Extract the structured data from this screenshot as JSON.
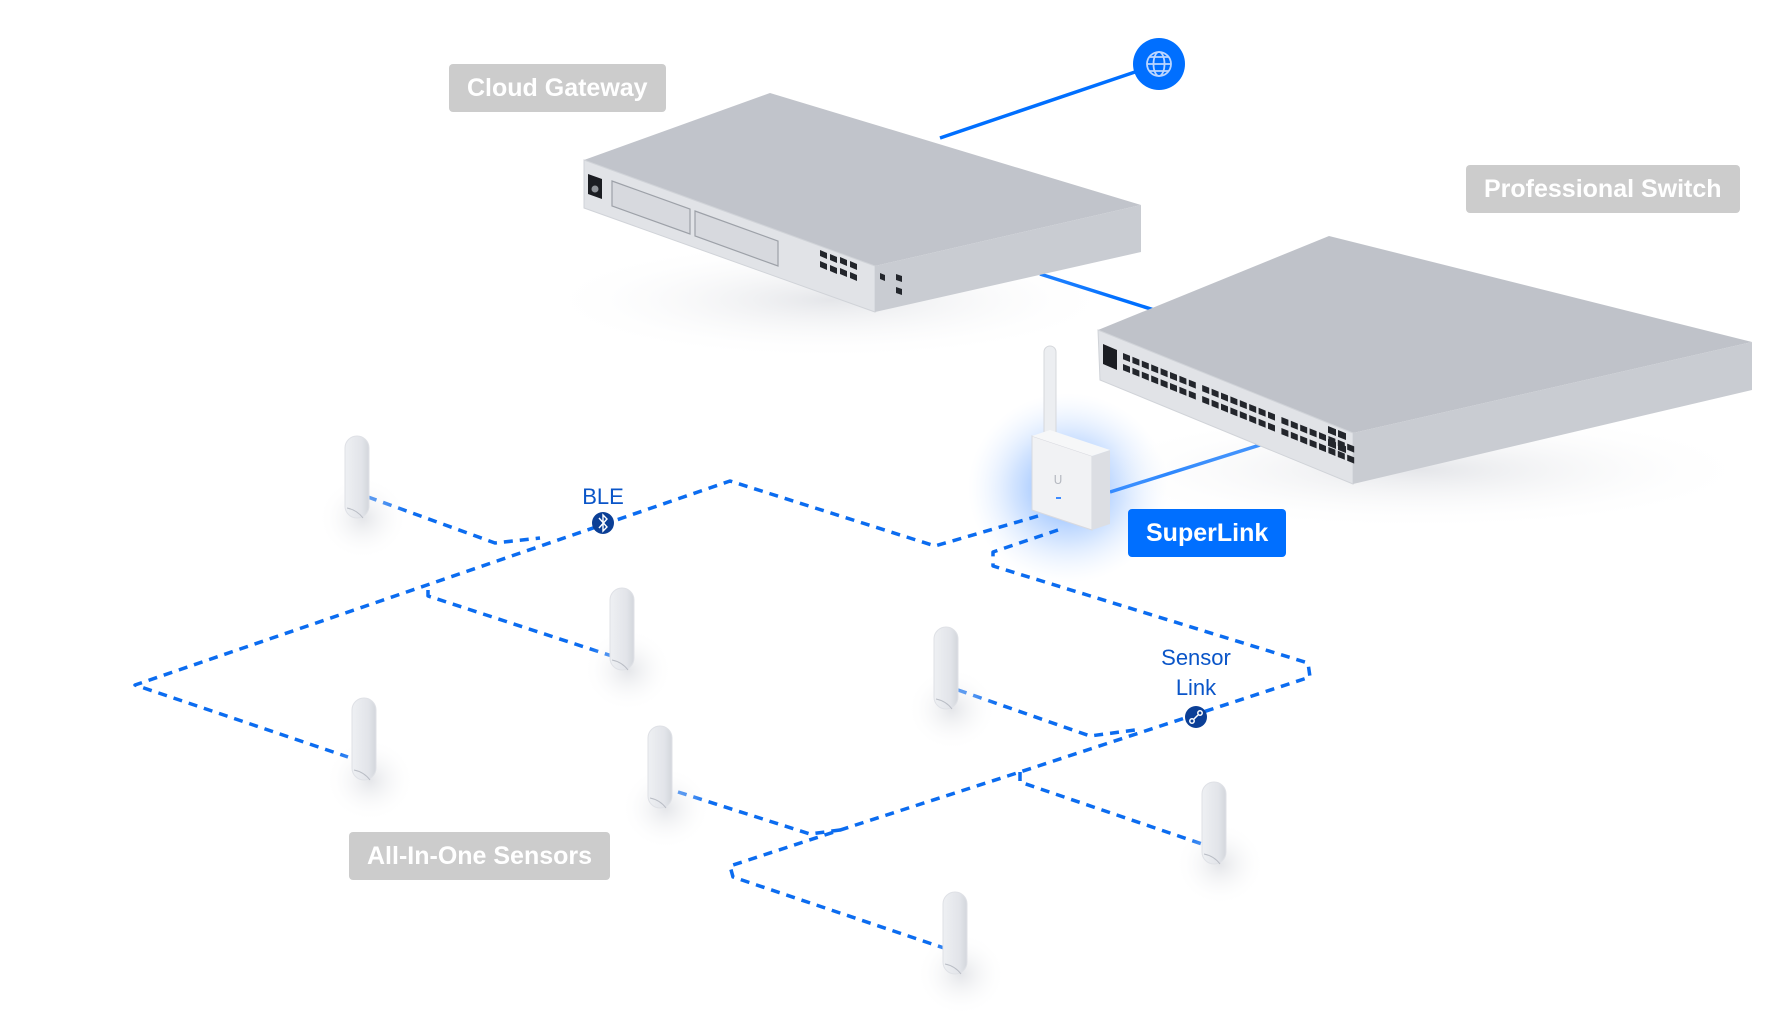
{
  "colors": {
    "link_blue": "#006fff",
    "dashed_blue": "#0b6cf0",
    "badge_navy": "#0b3f96",
    "label_gray": "#cccccc",
    "label_text": "#ffffff",
    "protocol_text": "#0a55c8",
    "device_top": "#bfc2c9",
    "device_front": "#dfe1e5"
  },
  "labels": {
    "cloud_gateway": "Cloud Gateway",
    "professional_switch": "Professional Switch",
    "superlink": "SuperLink",
    "all_in_one_sensors": "All-In-One Sensors"
  },
  "protocols": {
    "ble": {
      "text": "BLE",
      "icon": "bluetooth-icon"
    },
    "sensor_link": {
      "line1": "Sensor",
      "line2": "Link",
      "icon": "link-chain-icon"
    }
  },
  "internet": {
    "icon": "globe-icon"
  },
  "devices": {
    "gateway": {
      "name": "Cloud Gateway",
      "ethernet_ports": 8,
      "sfp_ports": 2,
      "drive_bays": 2
    },
    "switch": {
      "name": "Professional Switch",
      "ethernet_ports": 48,
      "sfp_ports": 4
    },
    "superlink": {
      "name": "SuperLink",
      "antenna": true
    },
    "sensors": {
      "name": "All-In-One Sensor",
      "count": 7
    }
  }
}
